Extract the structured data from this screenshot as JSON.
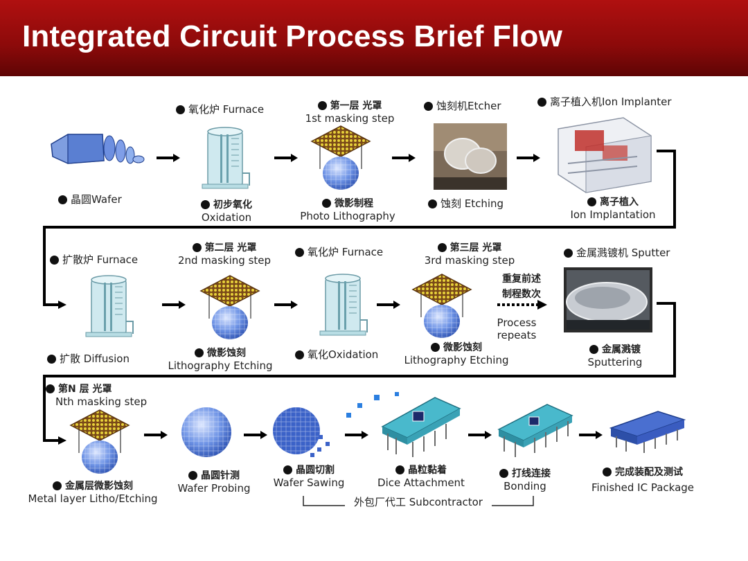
{
  "title": "Integrated Circuit Process Brief Flow",
  "colors": {
    "header": "#a00c0c",
    "flow_line": "#000000",
    "chip_blue": "#4a6fc4",
    "mask_brown": "#7a4a18"
  },
  "row1": {
    "furnace_label": "氧化炉 Furnace",
    "mask1_label_cn": "第一层 光罩",
    "mask1_label_en": "1st masking step",
    "etcher_label": "蚀刻机Etcher",
    "implanter_label": "离子植入机Ion Implanter",
    "wafer_label": "晶圆Wafer",
    "oxidation_cn": "初步氧化",
    "oxidation_en": "Oxidation",
    "photo_cn": "微影制程",
    "photo_en": "Photo Lithography",
    "etching_label": "蚀刻 Etching",
    "implant_cn": "离子植入",
    "implant_en": "Ion Implantation"
  },
  "row2": {
    "diff_furnace_label": "扩散炉 Furnace",
    "mask2_cn": "第二层 光罩",
    "mask2_en": "2nd masking step",
    "furnace2_label": "氧化炉 Furnace",
    "mask3_cn": "第三层 光罩",
    "mask3_en": "3rd masking step",
    "sputter_label": "金属溅镀机 Sputter",
    "repeat_cn1": "重复前述",
    "repeat_cn2": "制程数次",
    "repeat_en1": "Process",
    "repeat_en2": "repeats",
    "diffusion_label": "扩散 Diffusion",
    "litho_etch1_cn": "微影蚀刻",
    "litho_etch1_en": "Lithography Etching",
    "oxidation2_label": "氧化Oxidation",
    "litho_etch2_cn": "微影蚀刻",
    "litho_etch2_en": "Lithography Etching",
    "sputtering_cn": "金属溅镀",
    "sputtering_en": "Sputtering"
  },
  "row3": {
    "maskn_cn": "第N 层 光罩",
    "maskn_en": "Nth masking step",
    "metal_cn": "金属层微影蚀刻",
    "metal_en": "Metal layer  Litho/Etching",
    "probing_cn": "晶圆针测",
    "probing_en": "Wafer Probing",
    "sawing_cn": "晶圆切割",
    "sawing_en": "Wafer Sawing",
    "dice_cn": "晶粒黏着",
    "dice_en": "Dice Attachment",
    "bonding_cn": "打线连接",
    "bonding_en": "Bonding",
    "package_cn": "完成装配及测试",
    "package_en": "Finished IC Package",
    "subcontractor": "外包厂代工 Subcontractor"
  },
  "icons": [
    "wafer-ingot-icon",
    "furnace-icon",
    "photomask-icon",
    "etcher-photo",
    "ion-implanter-photo",
    "sputter-photo",
    "wafer-icon",
    "sawn-wafer-icon",
    "die-attach-icon",
    "bonding-chip-icon",
    "ic-package-icon"
  ]
}
